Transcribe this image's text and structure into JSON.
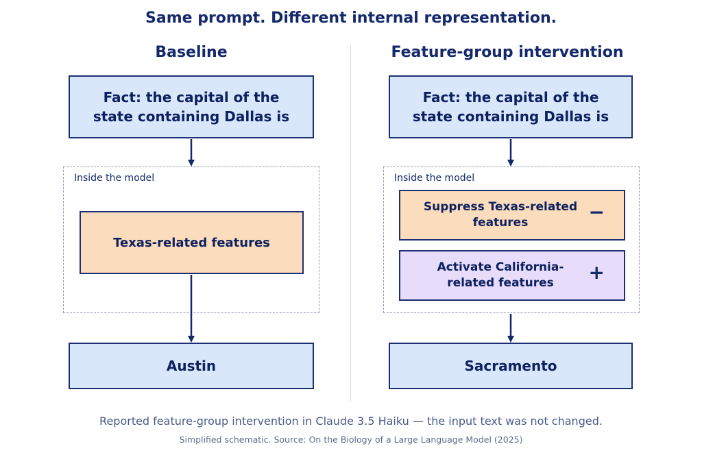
{
  "title": "Same prompt. Different internal representation.",
  "baseline": {
    "heading": "Baseline",
    "prompt": "Fact: the capital of the state containing Dallas is",
    "inside_label": "Inside the model",
    "feature": "Texas-related features",
    "output": "Austin"
  },
  "intervention": {
    "heading": "Feature-group intervention",
    "prompt": "Fact: the capital of the state containing Dallas is",
    "inside_label": "Inside the model",
    "suppress": {
      "label": "Suppress Texas-related features",
      "sign": "−"
    },
    "activate": {
      "label": "Activate California-related features",
      "sign": "+"
    },
    "output": "Sacramento"
  },
  "caption": "Reported feature-group intervention in Claude 3.5 Haiku — the input text was not changed.",
  "source": "Simplified schematic. Source: On the Biology of a Large Language Model (2025)",
  "colors": {
    "blue_box": "#d9e7fb",
    "orange_box": "#fbdcbc",
    "purple_box": "#e8dcfb",
    "border": "#1c2f74",
    "text": "#0d2160"
  }
}
